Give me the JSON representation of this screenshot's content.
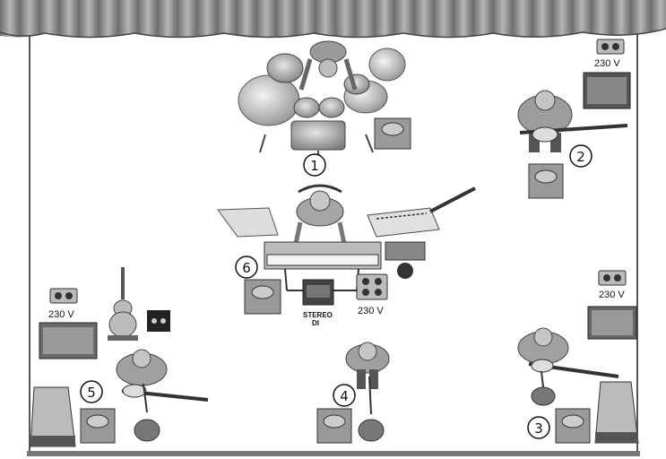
{
  "stage_plot": {
    "positions": [
      {
        "number": "1",
        "role": "drums"
      },
      {
        "number": "2",
        "role": "guitar"
      },
      {
        "number": "3",
        "role": "vocal-guitar"
      },
      {
        "number": "4",
        "role": "vocal"
      },
      {
        "number": "5",
        "role": "guitar-vocal"
      },
      {
        "number": "6",
        "role": "keyboards"
      }
    ],
    "power_labels": [
      "230 V",
      "230 V",
      "230 V",
      "230 V"
    ],
    "di_box_label": [
      "STEREO",
      "DI"
    ]
  }
}
